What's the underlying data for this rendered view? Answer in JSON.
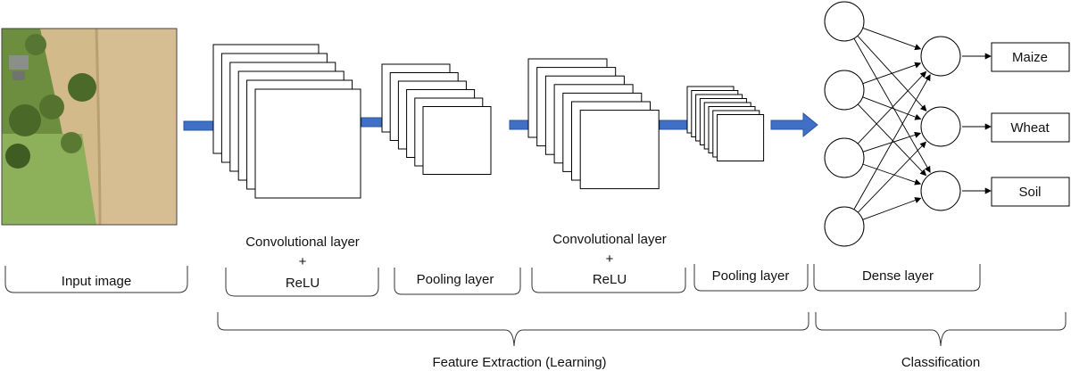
{
  "labels": {
    "input_image": "Input image",
    "conv1_line1": "Convolutional layer",
    "conv1_line2": "+",
    "conv1_line3": "ReLU",
    "pool1": "Pooling layer",
    "conv2_line1": "Convolutional layer",
    "conv2_line2": "+",
    "conv2_line3": "ReLU",
    "pool2": "Pooling layer",
    "dense": "Dense layer",
    "feature_extraction": "Feature Extraction (Learning)",
    "classification": "Classification"
  },
  "outputs": [
    "Maize",
    "Wheat",
    "Soil"
  ],
  "colors": {
    "arrow": "#3f70c6",
    "arrow_edge": "#2b54a0",
    "field_wheat": "#d2b98a",
    "field_grass": "#8fb15a",
    "trees": "#4d6a2c"
  }
}
